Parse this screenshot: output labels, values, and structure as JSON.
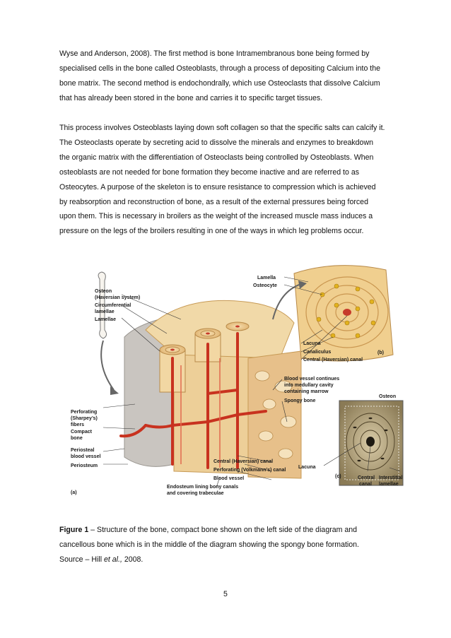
{
  "paragraphs": [
    {
      "lines": [
        "Wyse and Anderson, 2008). The first method is bone Intramembranous bone being formed by",
        "specialised cells in the bone called Osteoblasts, through a process of depositing Calcium into the",
        "bone matrix. The second method is endochondrally, which use Osteoclasts that dissolve Calcium",
        "that has already been stored in the bone and carries it to specific target tissues."
      ]
    },
    {
      "lines": [
        "This process involves Osteoblasts laying down soft collagen so that the specific salts can calcify it.",
        "The Osteoclasts operate by secreting acid to dissolve the minerals and enzymes to breakdown",
        "the organic matrix with the differentiation of Osteoclasts being controlled by Osteoblasts. When",
        "osteoblasts are not needed for bone formation they become inactive and are referred to as",
        "Osteocytes. A purpose of the skeleton is to ensure resistance to compression which is achieved",
        "by reabsorption and reconstruction of bone, as a result of the external pressures being forced",
        "upon them. This is necessary in broilers as the weight of the increased muscle mass induces a",
        "pressure on the legs of the broilers resulting in one of the ways in which leg problems occur."
      ]
    }
  ],
  "figure": {
    "labels": {
      "osteon": "Osteon",
      "haversian_system": "(Haversian system)",
      "circumferential": "Circumferential",
      "lamellae": "lamellae",
      "lamellae2": "Lamellae",
      "perforating": "Perforating",
      "sharpeys": "(Sharpey’s)",
      "fibers": "fibers",
      "compact": "Compact",
      "bone": "bone",
      "periosteal": "Periosteal",
      "blood_vessel": "blood vessel",
      "periosteum": "Periosteum",
      "panel_a": "(a)",
      "lamella": "Lamella",
      "osteocyte": "Osteocyte",
      "panel_b": "(b)",
      "lacuna": "Lacuna",
      "canaliculus": "Canaliculus",
      "central_canal_b": "Central (Haversian) canal",
      "bv_continues_1": "Blood vessel continues",
      "bv_continues_2": "into medullary cavity",
      "bv_continues_3": "containing marrow",
      "spongy_bone": "Spongy bone",
      "central_canal_a": "Central (Haversian) canal",
      "volkmann_canal": "Perforating (Volkmann’s) canal",
      "blood_vessel_a": "Blood vessel",
      "endosteum_1": "Endosteum lining bony canals",
      "endosteum_2": "and covering trabeculae",
      "osteon_c": "Osteon",
      "lacuna_c": "Lacuna",
      "central_c": "Central",
      "canal_c": "canal",
      "interstitial": "Interstitial",
      "lamellae_c": "lamellae",
      "panel_c": "(c)"
    }
  },
  "caption": {
    "label": "Figure 1",
    "line1_rest": " – Structure of the bone, compact bone shown on the left side of the diagram and",
    "line2": "cancellous bone which is in the middle of the diagram showing the spongy bone formation.",
    "source_prefix": "Source – Hill ",
    "source_italic": "et al.,",
    "source_suffix": " 2008."
  },
  "page_number": "5"
}
